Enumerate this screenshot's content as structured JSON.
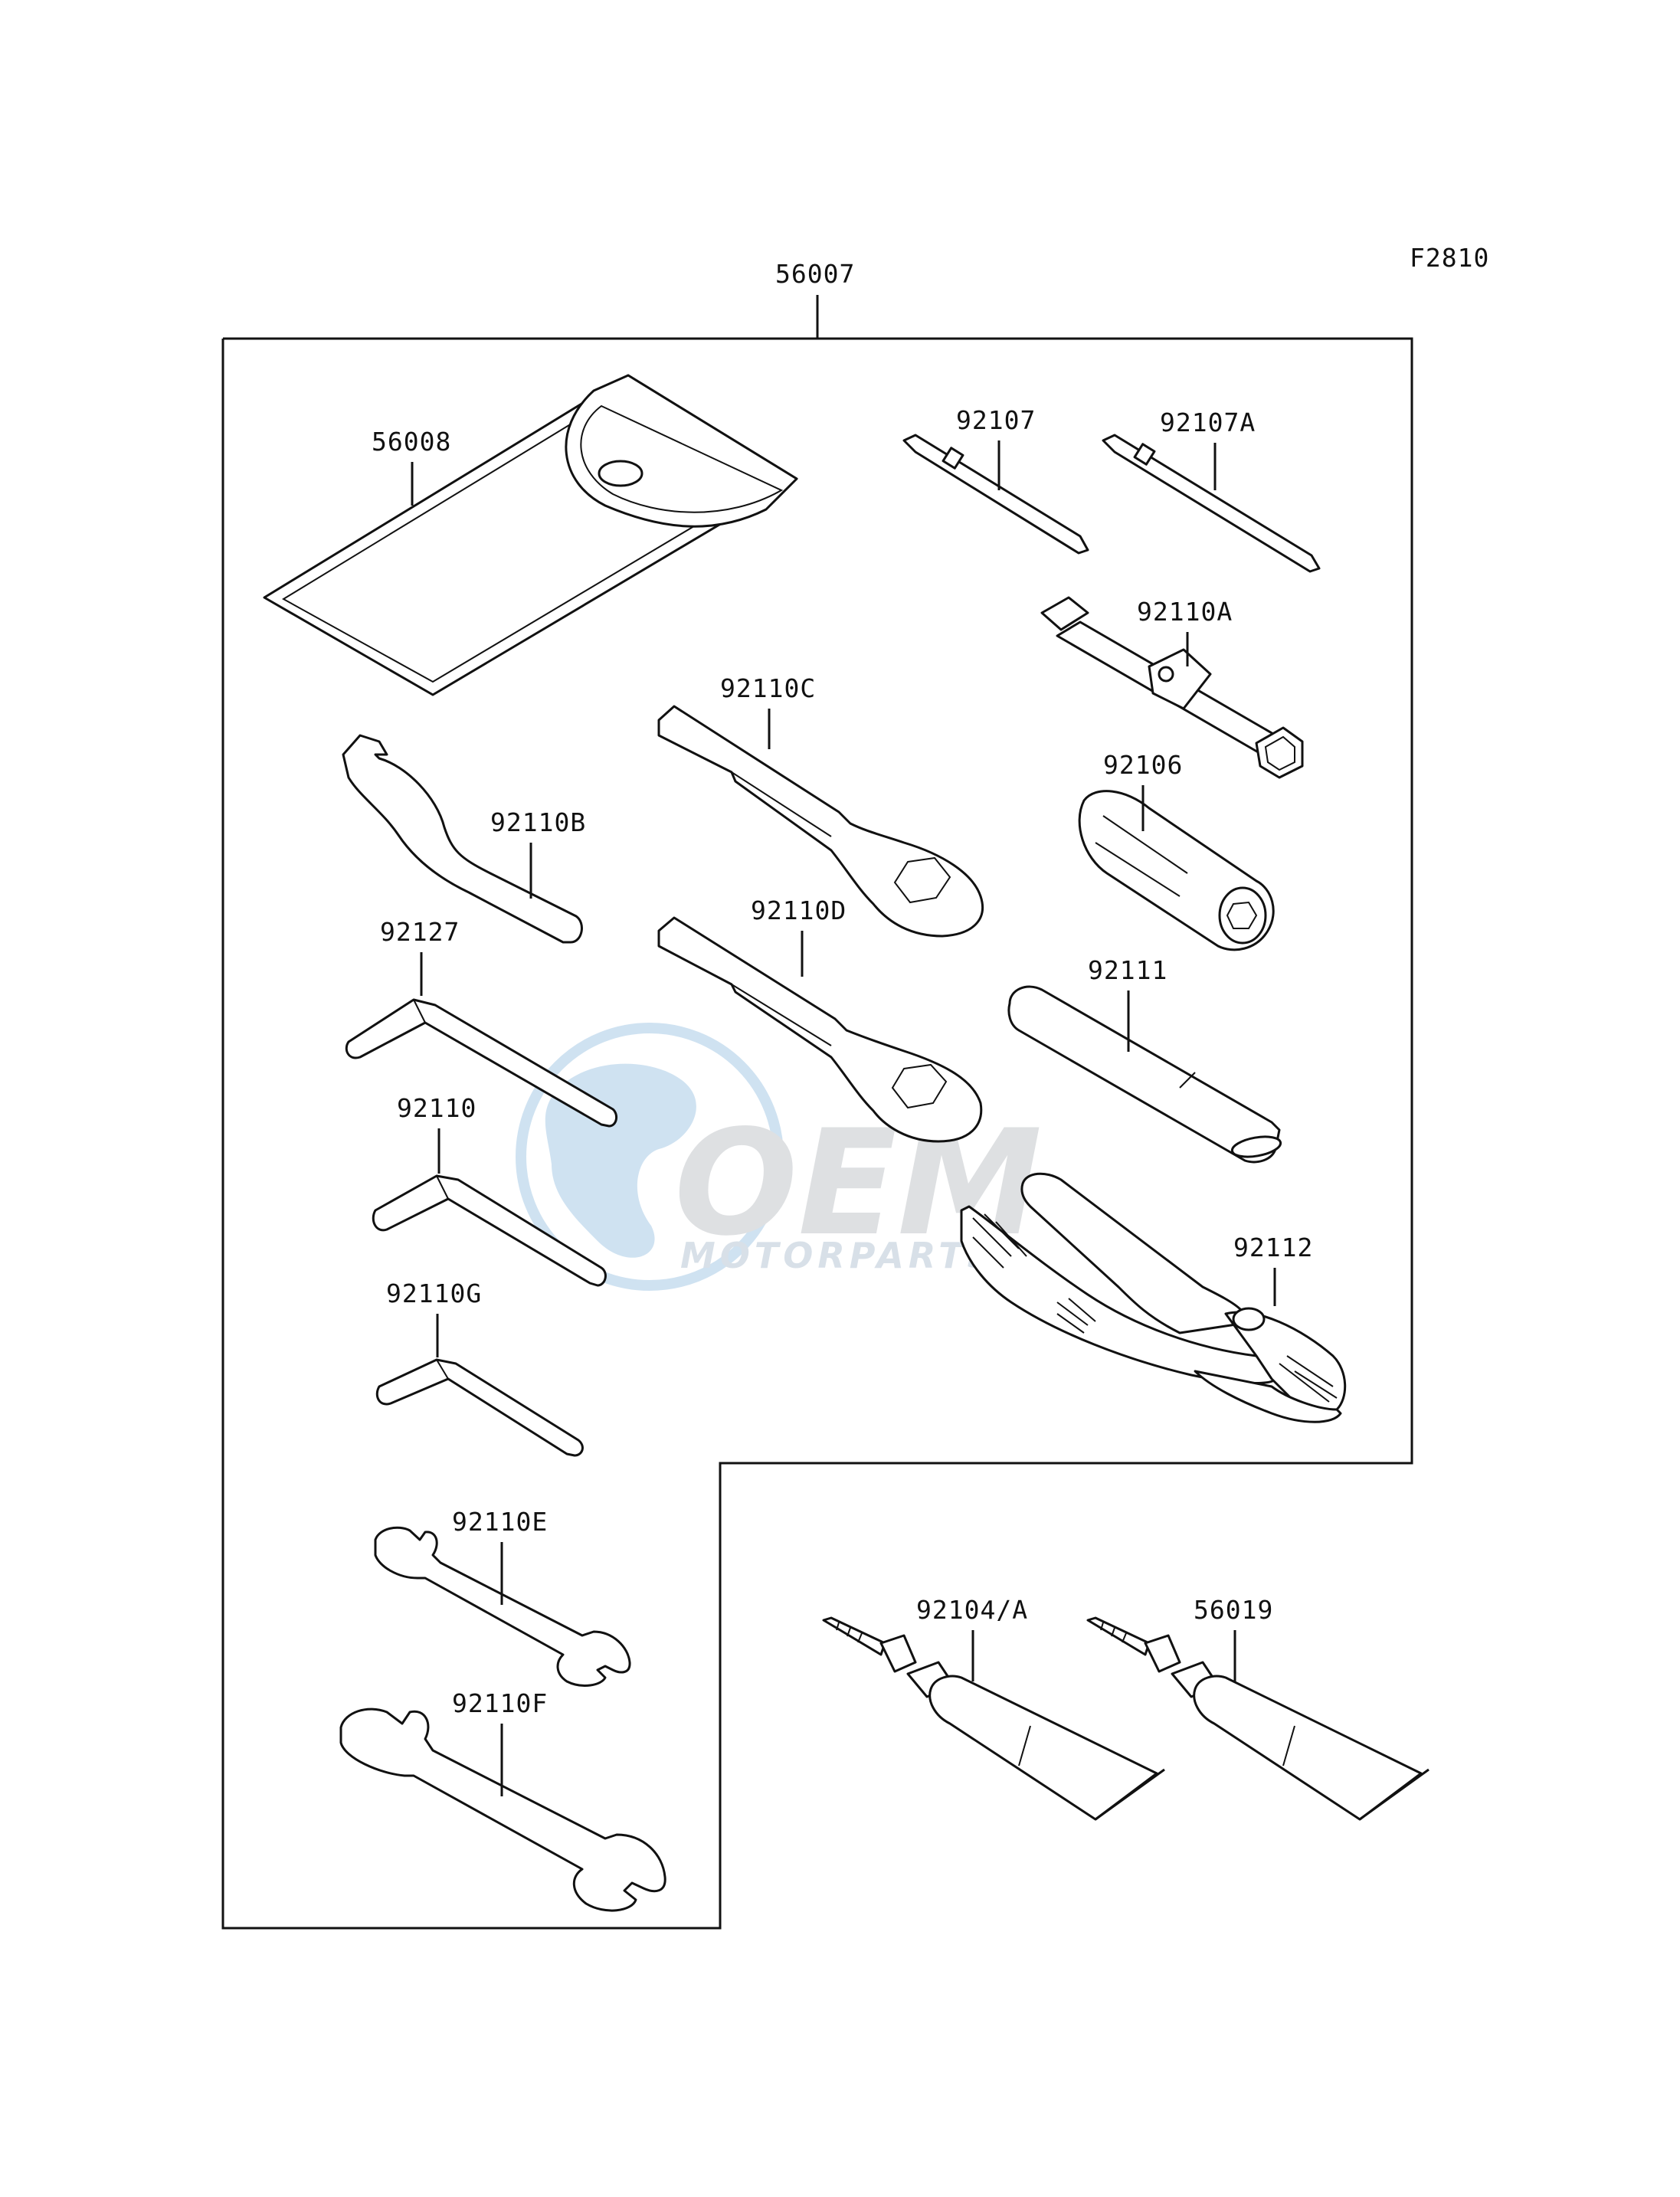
{
  "figure_code": "F2810",
  "kit": {
    "number": "56007"
  },
  "parts": {
    "p56008": "56008",
    "p92107": "92107",
    "p92107A": "92107A",
    "p92110A": "92110A",
    "p92110C": "92110C",
    "p92106": "92106",
    "p92110B": "92110B",
    "p92127": "92127",
    "p92110D": "92110D",
    "p92111": "92111",
    "p92110": "92110",
    "p92112": "92112",
    "p92110G": "92110G",
    "p92110E": "92110E",
    "p92110F": "92110F",
    "p92104A": "92104/A",
    "p56019": "56019"
  },
  "watermark": {
    "logo_text": "OEM",
    "tagline": "MOTORPARTS",
    "colors": {
      "globe": "#a9cbe6",
      "letters": "#c4c7cb",
      "tagline": "#b9c8d6"
    }
  },
  "colors": {
    "line": "#111111",
    "background": "#ffffff"
  }
}
